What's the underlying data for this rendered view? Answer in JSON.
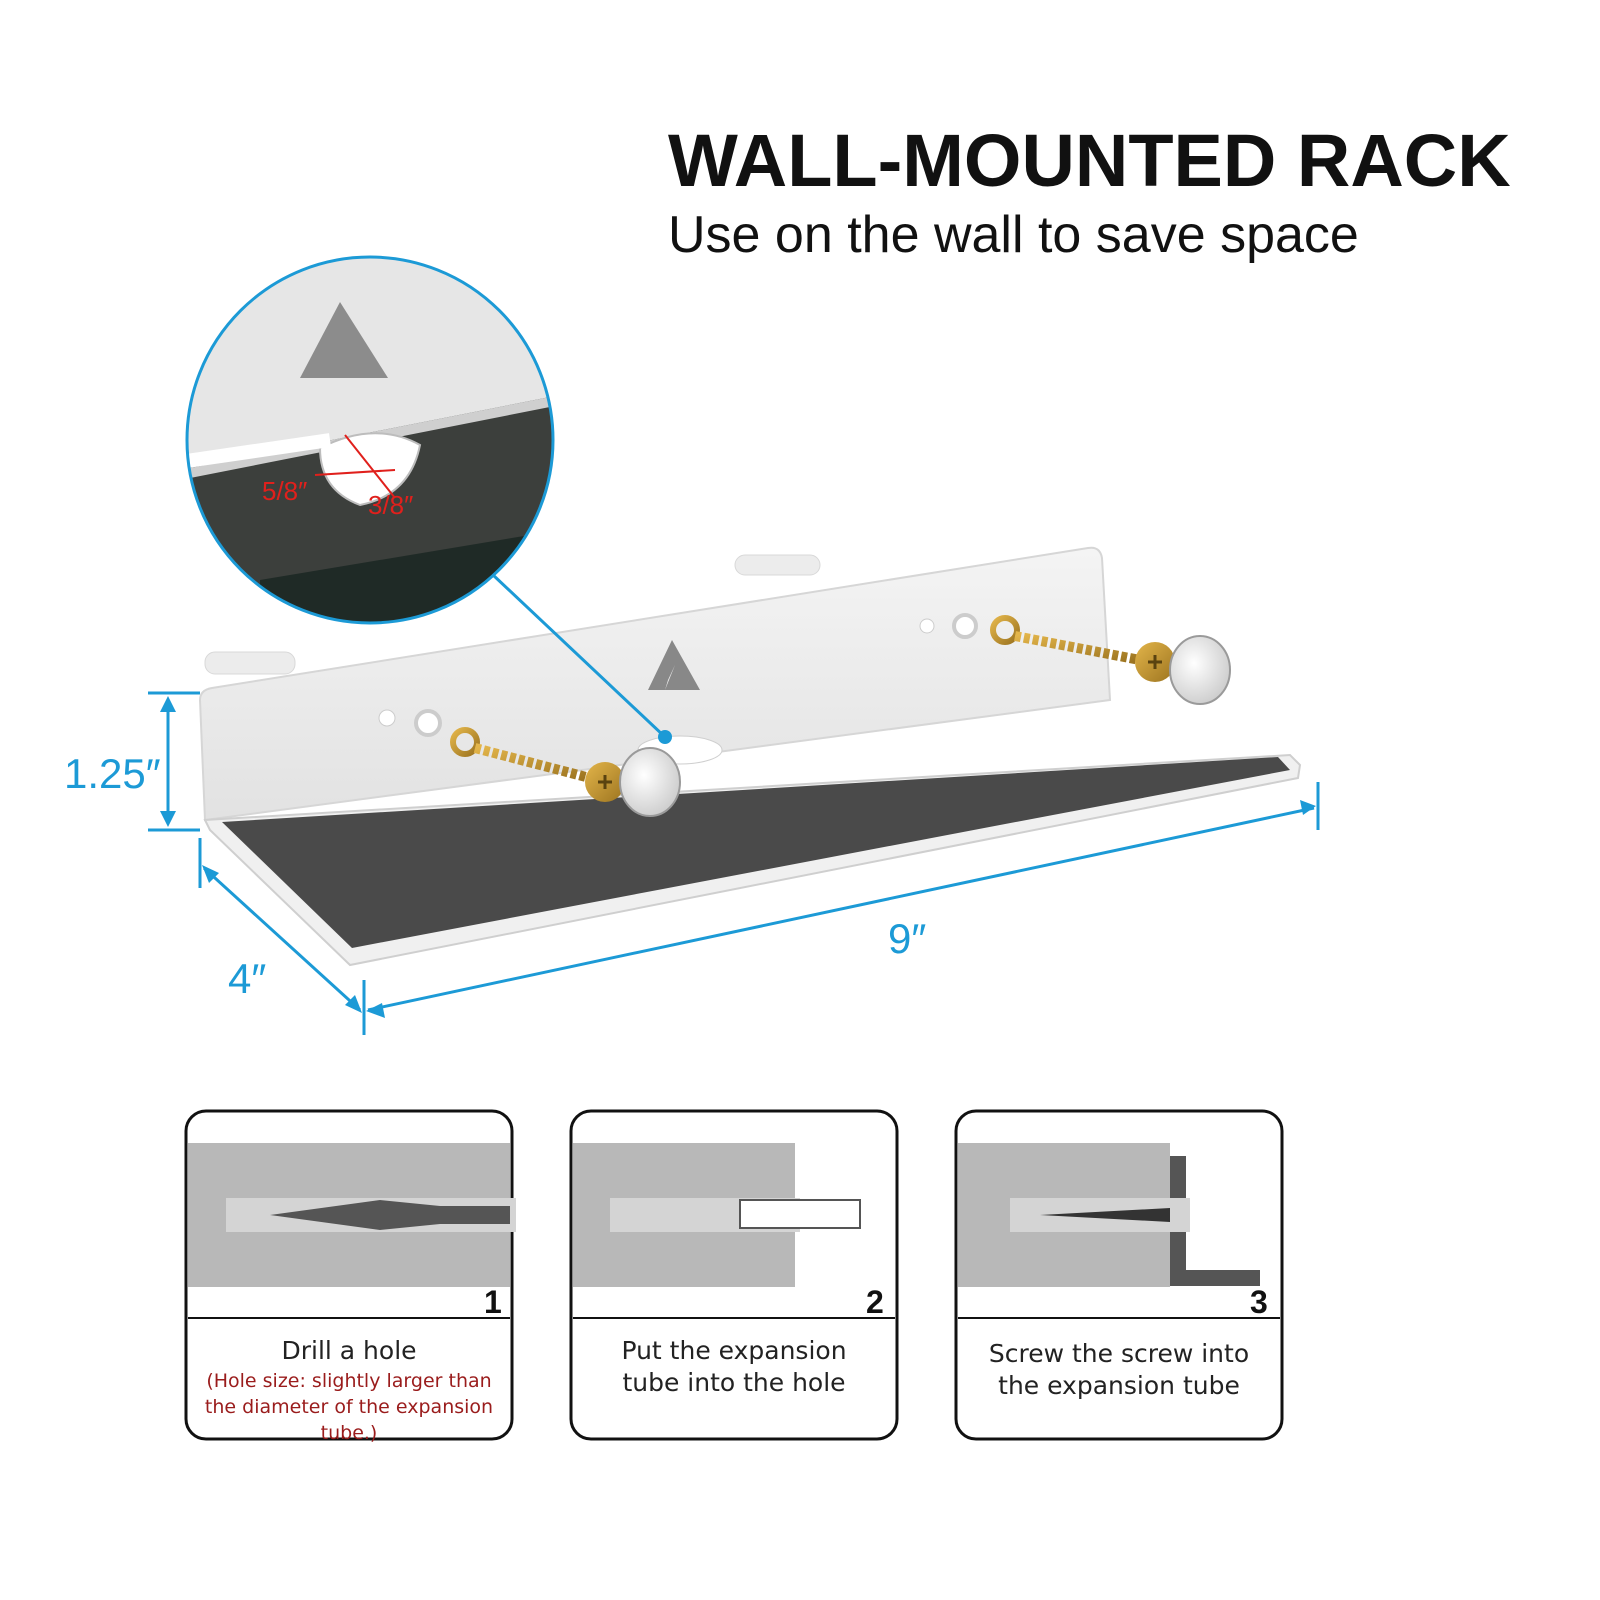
{
  "header": {
    "title": "WALL-MOUNTED RACK",
    "subtitle": "Use on the wall to save space"
  },
  "dimensions": {
    "height": "1.25″",
    "depth": "4″",
    "width": "9″",
    "slot_width": "5/8″",
    "slot_height": "3/8″"
  },
  "steps": [
    {
      "number": "1",
      "text": "Drill a hole",
      "note": "(Hole size: slightly larger than the diameter of the expansion tube.)"
    },
    {
      "number": "2",
      "text": "Put the expansion tube into the hole",
      "note": ""
    },
    {
      "number": "3",
      "text": "Screw the screw into the expansion tube",
      "note": ""
    }
  ],
  "colors": {
    "accent": "#1c9ad6",
    "dimension_red": "#e0201c",
    "mat": "#4a4a4a",
    "note_red": "#9a1c1c"
  }
}
